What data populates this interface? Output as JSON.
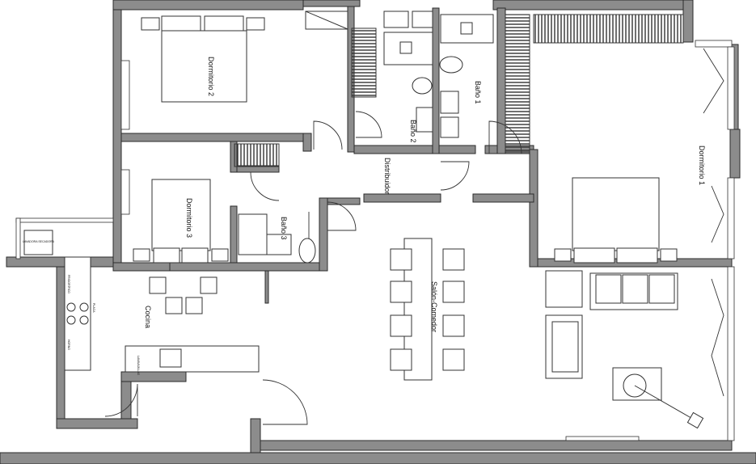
{
  "rooms": {
    "dormitorio_2": "Dormitorio 2",
    "dormitorio_3": "Dormitorio 3",
    "dormitorio_1": "Dormitorio 1",
    "bano_1": "Baño 1",
    "bano_2": "Baño 2",
    "bano_3": "Baño 3",
    "distribuidor": "Distribuidor",
    "salon_comedor": "Salón-Comedor",
    "cocina": "Cocina"
  },
  "appliances": {
    "lavadora_secadora": "LAVADORA SECADORA",
    "frigorifico": "FRIGORÍFICO",
    "placa": "PLACA",
    "horno": "HORNO",
    "lavavajillas": "LAVAVAJILLAS"
  }
}
